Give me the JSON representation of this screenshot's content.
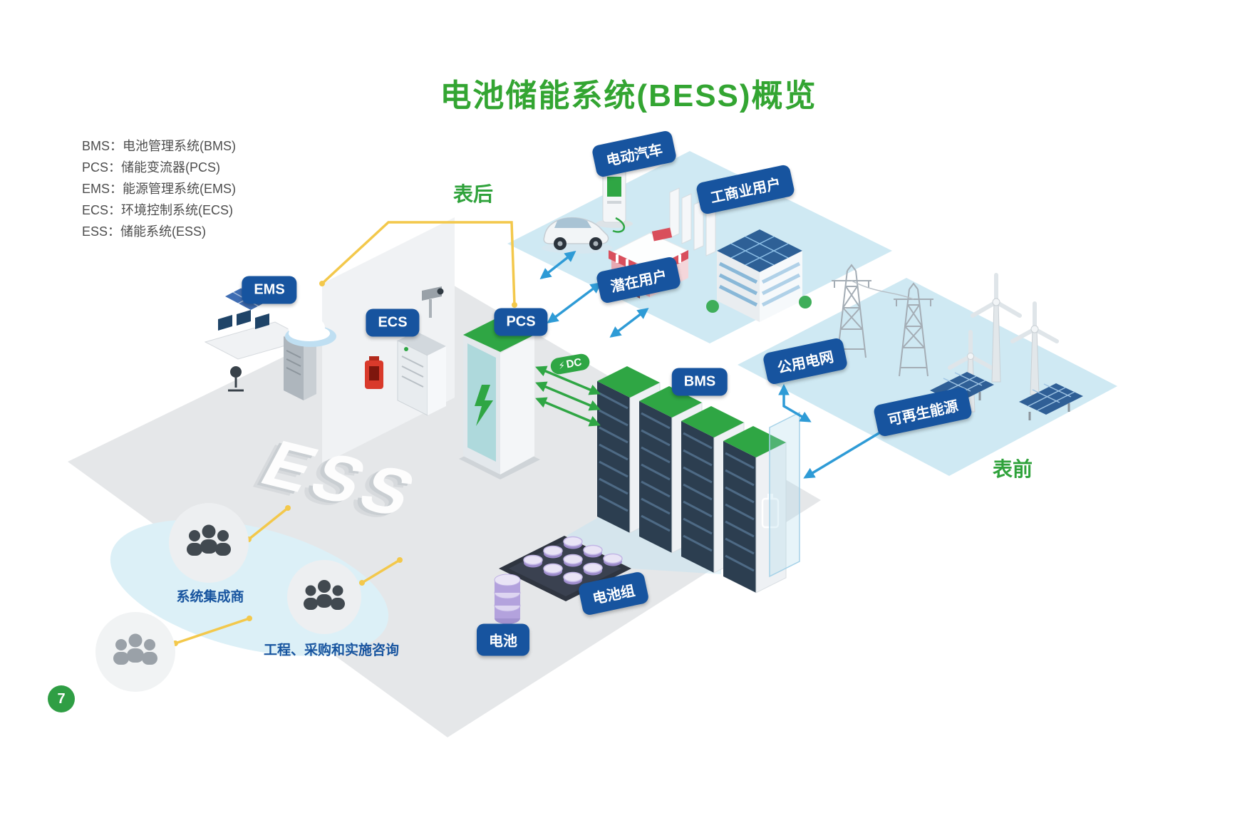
{
  "title": "电池储能系统(BESS)概览",
  "page_number": "7",
  "legend": {
    "items": [
      "BMS：电池管理系统(BMS)",
      "PCS：储能变流器(PCS)",
      "EMS：能源管理系统(EMS)",
      "ECS：环境控制系统(ECS)",
      "ESS：储能系统(ESS)"
    ]
  },
  "zones": {
    "behind_meter": "表后",
    "front_of_meter": "表前"
  },
  "badges": {
    "ems": "EMS",
    "ecs": "ECS",
    "pcs": "PCS",
    "bms": "BMS",
    "ev": "电动汽车",
    "ci_users": "工商业用户",
    "potential_users": "潜在用户",
    "utility_grid": "公用电网",
    "renewables": "可再生能源",
    "battery_pack": "电池组",
    "battery": "电池"
  },
  "labels": {
    "ess": "ESS",
    "dc": "DC",
    "system_integrator": "系统集成商",
    "epc_consulting": "工程、采购和实施咨询"
  },
  "icons": {
    "lightning": "⚡"
  },
  "colors": {
    "title_green": "#33a532",
    "badge_blue": "#17549f",
    "arrow_blue": "#2e9bd6",
    "arrow_green": "#2fa644",
    "line_yellow": "#f3c84b",
    "platform_teal": "#cfe9f3",
    "floor_gray": "#e5e7e9"
  }
}
